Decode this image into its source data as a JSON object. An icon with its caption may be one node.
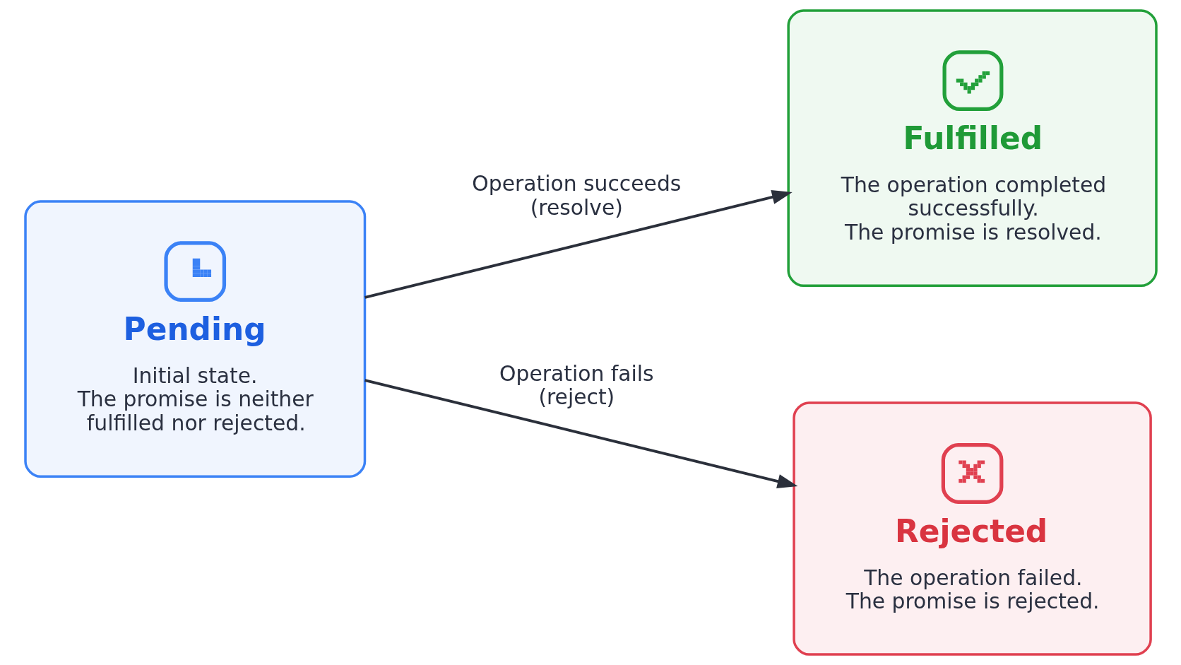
{
  "diagram": {
    "nodes": [
      {
        "text": [
          "Pending",
          "Initial state. The promise is neither fulfilled nor rejected."
        ]
      },
      {
        "text": [
          "Fulfilled",
          "The operation completed successfully. The promise is resolved."
        ]
      },
      {
        "text": [
          "Rejected",
          "The operation failed. The promise is rejected."
        ]
      }
    ],
    "edges": [
      {
        "from": 0,
        "to": 1,
        "arrow": "to",
        "label": "Operation succeeds (resolve)"
      },
      {
        "from": 0,
        "to": 2,
        "arrow": "to",
        "label": "Operation fails (reject)"
      }
    ]
  }
}
